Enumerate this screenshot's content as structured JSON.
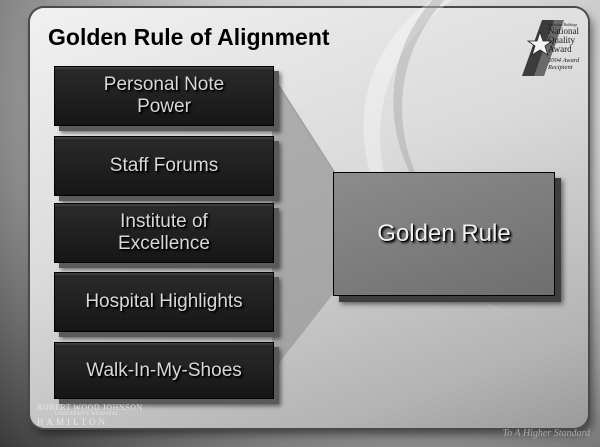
{
  "slide": {
    "title": "Golden Rule of Alignment",
    "items": [
      {
        "label": "Personal Note Power"
      },
      {
        "label": "Staff Forums"
      },
      {
        "label": "Institute of Excellence"
      },
      {
        "label": "Hospital Highlights"
      },
      {
        "label": "Walk-In-My-Shoes"
      }
    ],
    "target": "Golden Rule",
    "award": {
      "line1": "Malcolm Baldrige",
      "line2": "National",
      "line3": "Quality",
      "line4": "Award",
      "line5": "2004 Award",
      "line6": "Recipient"
    },
    "footer": {
      "org_line1": "ROBERT WOOD JOHNSON",
      "org_line2": "UNIVERSITY HOSPITAL",
      "org_line3": "HAMILTON",
      "tagline": "To A Higher Standard"
    }
  },
  "colors": {
    "box_fill": "#1e1e1e",
    "target_fill": "#7a7a7a",
    "text_light": "#d8d8d8"
  }
}
